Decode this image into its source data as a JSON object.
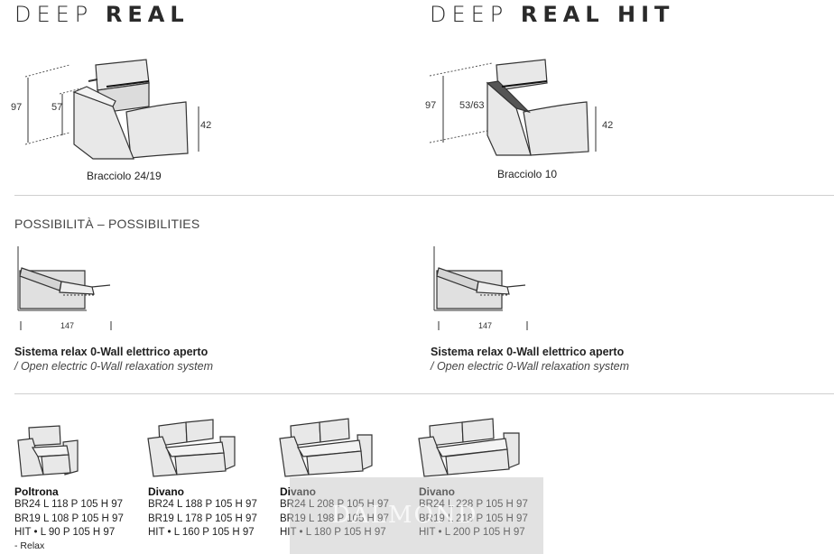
{
  "header": {
    "left_title_light": "DEEP",
    "left_title_bold": "REAL",
    "right_title_light": "DEEP",
    "right_title_bold": "REAL HIT"
  },
  "deep_real": {
    "dim_height": "97",
    "dim_seat_back": "57",
    "dim_seat": "42",
    "armrest": "Bracciolo 24/19"
  },
  "deep_real_hit": {
    "dim_height": "97",
    "dim_seat_back": "53/63",
    "dim_seat": "42",
    "armrest": "Bracciolo 10"
  },
  "possibilities": {
    "title": "POSSIBILITÀ – POSSIBILITIES",
    "left": {
      "length": "147",
      "title": "Sistema relax 0-Wall elettrico aperto",
      "subtitle": "/ Open electric 0-Wall relaxation system"
    },
    "right": {
      "length": "147",
      "title": "Sistema relax 0-Wall elettrico aperto",
      "subtitle": "/ Open electric 0-Wall relaxation system"
    }
  },
  "products": [
    {
      "name": "Poltrona",
      "lines": [
        "BR24 L 118 P 105 H 97",
        "BR19 L 108 P 105 H 97",
        "HIT • L 90 P 105 H 97"
      ],
      "note": "- Relax"
    },
    {
      "name": "Divano",
      "lines": [
        "BR24 L 188 P 105 H 97",
        "BR19 L 178 P 105 H 97",
        "HIT • L 160 P 105 H 97"
      ]
    },
    {
      "name": "Divano",
      "lines": [
        "BR24 L 208 P 105 H 97",
        "BR19 L 198 P 105 H 97",
        "HIT • L 180 P 105 H 97"
      ]
    },
    {
      "name": "Divano",
      "lines": [
        "BR24 L 228 P 105 H 97",
        "BR19 L 218 P 105 H 97",
        "HIT • L 200 P 105 H 97"
      ]
    }
  ],
  "watermark": "DALMOND",
  "colors": {
    "line": "#cfcfcf",
    "sofa_fill": "#e6e6e6",
    "sofa_stroke": "#333333"
  }
}
